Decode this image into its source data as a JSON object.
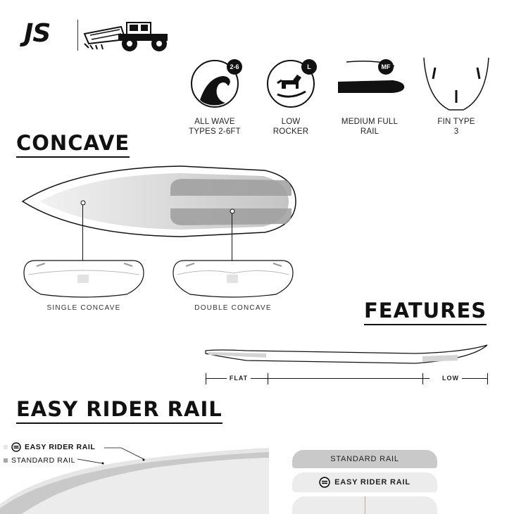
{
  "brand": {
    "logo_text": "JS",
    "truck_icon": "monster-truck-icon"
  },
  "specs": [
    {
      "badge": "2-6",
      "line1": "ALL WAVE",
      "line2": "TYPES 2-6FT",
      "icon": "wave-icon"
    },
    {
      "badge": "L",
      "line1": "LOW",
      "line2": "ROCKER",
      "icon": "rocking-horse-icon"
    },
    {
      "badge": "MF",
      "line1": "MEDIUM FULL",
      "line2": "RAIL",
      "icon": "rail-profile-icon"
    },
    {
      "badge": "",
      "line1": "FIN TYPE",
      "line2": "3",
      "icon": "fin-layout-icon"
    }
  ],
  "concave": {
    "heading": "CONCAVE",
    "single_label": "SINGLE CONCAVE",
    "double_label": "DOUBLE CONCAVE"
  },
  "features": {
    "heading": "FEATURES",
    "flat_label": "FLAT",
    "low_label": "LOW"
  },
  "rail": {
    "heading": "EASY RIDER RAIL",
    "legend_easy": "EASY RIDER RAIL",
    "legend_standard": "STANDARD RAIL",
    "pill_standard": "STANDARD RAIL",
    "pill_easy": "EASY RIDER RAIL"
  },
  "colors": {
    "ink": "#111111",
    "light_gray": "#e6e6e6",
    "mid_gray": "#c9c9c9",
    "dark_gray": "#a8a8a8"
  }
}
